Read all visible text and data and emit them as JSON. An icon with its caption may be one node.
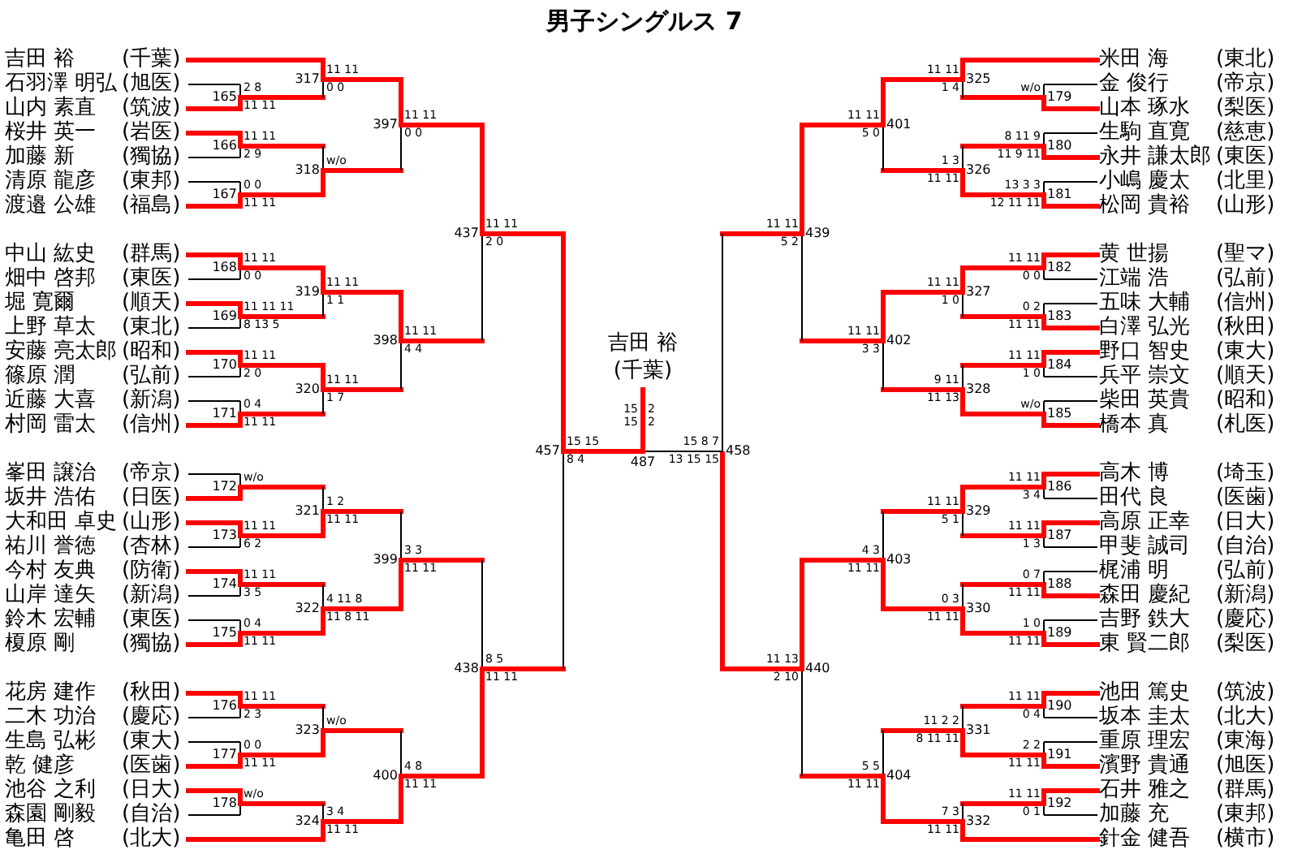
{
  "diagram": {
    "title": "男子シングルス 7",
    "nodes": [
      {
        "text": [
          "吉田 裕",
          "(千葉)"
        ]
      },
      {
        "text": [
          "石羽澤 明弘",
          "(旭医)"
        ]
      },
      {
        "text": [
          "山内 素直",
          "(筑波)"
        ]
      },
      {
        "text": [
          "桜井 英一",
          "(岩医)"
        ]
      },
      {
        "text": [
          "加藤 新",
          "(獨協)"
        ]
      },
      {
        "text": [
          "清原 龍彦",
          "(東邦)"
        ]
      },
      {
        "text": [
          "渡邉 公雄",
          "(福島)"
        ]
      },
      {
        "text": [
          "中山 紘史",
          "(群馬)"
        ]
      },
      {
        "text": [
          "畑中 啓邦",
          "(東医)"
        ]
      },
      {
        "text": [
          "堀 寛爾",
          "(順天)"
        ]
      },
      {
        "text": [
          "上野 草太",
          "(東北)"
        ]
      },
      {
        "text": [
          "安藤 亮太郎",
          "(昭和)"
        ]
      },
      {
        "text": [
          "篠原 潤",
          "(弘前)"
        ]
      },
      {
        "text": [
          "近藤 大喜",
          "(新潟)"
        ]
      },
      {
        "text": [
          "村岡 雷太",
          "(信州)"
        ]
      },
      {
        "text": [
          "峯田 譲治",
          "(帝京)"
        ]
      },
      {
        "text": [
          "坂井 浩佑",
          "(日医)"
        ]
      },
      {
        "text": [
          "大和田 卓史",
          "(山形)"
        ]
      },
      {
        "text": [
          "祐川 誉徳",
          "(杏林)"
        ]
      },
      {
        "text": [
          "今村 友典",
          "(防衛)"
        ]
      },
      {
        "text": [
          "山岸 達矢",
          "(新潟)"
        ]
      },
      {
        "text": [
          "鈴木 宏輔",
          "(東医)"
        ]
      },
      {
        "text": [
          "榎原 剛",
          "(獨協)"
        ]
      },
      {
        "text": [
          "花房 建作",
          "(秋田)"
        ]
      },
      {
        "text": [
          "二木 功治",
          "(慶応)"
        ]
      },
      {
        "text": [
          "生島 弘彬",
          "(東大)"
        ]
      },
      {
        "text": [
          "乾 健彦",
          "(医歯)"
        ]
      },
      {
        "text": [
          "池谷 之利",
          "(日大)"
        ]
      },
      {
        "text": [
          "森園 剛毅",
          "(自治)"
        ]
      },
      {
        "text": [
          "亀田 啓",
          "(北大)"
        ]
      },
      {
        "text": [
          "米田 海",
          "(東北)"
        ]
      },
      {
        "text": [
          "金 俊行",
          "(帝京)"
        ]
      },
      {
        "text": [
          "山本 琢水",
          "(梨医)"
        ]
      },
      {
        "text": [
          "生駒 直寛",
          "(慈恵)"
        ]
      },
      {
        "text": [
          "永井 謙太郎",
          "(東医)"
        ]
      },
      {
        "text": [
          "小嶋 慶太",
          "(北里)"
        ]
      },
      {
        "text": [
          "松岡 貴裕",
          "(山形)"
        ]
      },
      {
        "text": [
          "黄 世揚",
          "(聖マ)"
        ]
      },
      {
        "text": [
          "江端 浩",
          "(弘前)"
        ]
      },
      {
        "text": [
          "五味 大輔",
          "(信州)"
        ]
      },
      {
        "text": [
          "白澤 弘光",
          "(秋田)"
        ]
      },
      {
        "text": [
          "野口 智史",
          "(東大)"
        ]
      },
      {
        "text": [
          "兵平 崇文",
          "(順天)"
        ]
      },
      {
        "text": [
          "柴田 英貴",
          "(昭和)"
        ]
      },
      {
        "text": [
          "橋本 真",
          "(札医)"
        ]
      },
      {
        "text": [
          "高木 博",
          "(埼玉)"
        ]
      },
      {
        "text": [
          "田代 良",
          "(医歯)"
        ]
      },
      {
        "text": [
          "高原 正幸",
          "(日大)"
        ]
      },
      {
        "text": [
          "甲斐 誠司",
          "(自治)"
        ]
      },
      {
        "text": [
          "梶浦 明",
          "(弘前)"
        ]
      },
      {
        "text": [
          "森田 慶紀",
          "(新潟)"
        ]
      },
      {
        "text": [
          "吉野 鉄大",
          "(慶応)"
        ]
      },
      {
        "text": [
          "東 賢二郎",
          "(梨医)"
        ]
      },
      {
        "text": [
          "池田 篤史",
          "(筑波)"
        ]
      },
      {
        "text": [
          "坂本 圭太",
          "(北大)"
        ]
      },
      {
        "text": [
          "重原 理宏",
          "(東海)"
        ]
      },
      {
        "text": [
          "濱野 貴通",
          "(旭医)"
        ]
      },
      {
        "text": [
          "石井 雅之",
          "(群馬)"
        ]
      },
      {
        "text": [
          "加藤 充",
          "(東邦)"
        ]
      },
      {
        "text": [
          "針金 健吾",
          "(横市)"
        ]
      },
      {
        "text": [
          "165"
        ],
        "beside": [
          "2 8",
          "11 11"
        ]
      },
      {
        "text": [
          "166"
        ],
        "beside": [
          "11 11",
          "2 9"
        ]
      },
      {
        "text": [
          "167"
        ],
        "beside": [
          "0 0",
          "11 11"
        ]
      },
      {
        "text": [
          "168"
        ],
        "beside": [
          "11 11",
          "0 0"
        ]
      },
      {
        "text": [
          "169"
        ],
        "beside": [
          "11 11 11",
          "8 13 5"
        ]
      },
      {
        "text": [
          "170"
        ],
        "beside": [
          "11 11",
          "2 0"
        ]
      },
      {
        "text": [
          "171"
        ],
        "beside": [
          "0 4",
          "11 11"
        ]
      },
      {
        "text": [
          "172"
        ],
        "beside": [
          "w/o"
        ]
      },
      {
        "text": [
          "173"
        ],
        "beside": [
          "11 11",
          "6 2"
        ]
      },
      {
        "text": [
          "174"
        ],
        "beside": [
          "11 11",
          "3 5"
        ]
      },
      {
        "text": [
          "175"
        ],
        "beside": [
          "0 4",
          "11 11"
        ]
      },
      {
        "text": [
          "176"
        ],
        "beside": [
          "11 11",
          "2 3"
        ]
      },
      {
        "text": [
          "177"
        ],
        "beside": [
          "0 0",
          "11 11"
        ]
      },
      {
        "text": [
          "178"
        ],
        "beside": [
          "w/o"
        ]
      },
      {
        "text": [
          "179"
        ],
        "beside": [
          "w/o"
        ]
      },
      {
        "text": [
          "180"
        ],
        "beside": [
          "8 11 9",
          "11 9 11"
        ]
      },
      {
        "text": [
          "181"
        ],
        "beside": [
          "13 3 3",
          "12 11 11"
        ]
      },
      {
        "text": [
          "182"
        ],
        "beside": [
          "11 11",
          "0 0"
        ]
      },
      {
        "text": [
          "183"
        ],
        "beside": [
          "0 2",
          "11 11"
        ]
      },
      {
        "text": [
          "184"
        ],
        "beside": [
          "11 11",
          "1 0"
        ]
      },
      {
        "text": [
          "185"
        ],
        "beside": [
          "w/o"
        ]
      },
      {
        "text": [
          "186"
        ],
        "beside": [
          "11 11",
          "3 4"
        ]
      },
      {
        "text": [
          "187"
        ],
        "beside": [
          "11 11",
          "1 3"
        ]
      },
      {
        "text": [
          "188"
        ],
        "beside": [
          "0 7",
          "11 11"
        ]
      },
      {
        "text": [
          "189"
        ],
        "beside": [
          "1 0",
          "11 11"
        ]
      },
      {
        "text": [
          "190"
        ],
        "beside": [
          "11 11",
          "0 4"
        ]
      },
      {
        "text": [
          "191"
        ],
        "beside": [
          "2 2",
          "11 11"
        ]
      },
      {
        "text": [
          "192"
        ],
        "beside": [
          "11 11",
          "0 1"
        ]
      },
      {
        "text": [
          "317"
        ],
        "beside": [
          "11 11",
          "0 0"
        ]
      },
      {
        "text": [
          "318"
        ],
        "beside": [
          "w/o"
        ]
      },
      {
        "text": [
          "319"
        ],
        "beside": [
          "11 11",
          "1 1"
        ]
      },
      {
        "text": [
          "320"
        ],
        "beside": [
          "11 11",
          "1 7"
        ]
      },
      {
        "text": [
          "321"
        ],
        "beside": [
          "1 2",
          "11 11"
        ]
      },
      {
        "text": [
          "322"
        ],
        "beside": [
          "4 11 8",
          "11 8 11"
        ]
      },
      {
        "text": [
          "323"
        ],
        "beside": [
          "w/o"
        ]
      },
      {
        "text": [
          "324"
        ],
        "beside": [
          "3 4",
          "11 11"
        ]
      },
      {
        "text": [
          "325"
        ],
        "beside": [
          "11 11",
          "1 4"
        ]
      },
      {
        "text": [
          "326"
        ],
        "beside": [
          "1 3",
          "11 11"
        ]
      },
      {
        "text": [
          "327"
        ],
        "beside": [
          "11 11",
          "1 0"
        ]
      },
      {
        "text": [
          "328"
        ],
        "beside": [
          "9 11",
          "11 13"
        ]
      },
      {
        "text": [
          "329"
        ],
        "beside": [
          "11 11",
          "5 1"
        ]
      },
      {
        "text": [
          "330"
        ],
        "beside": [
          "0 3",
          "11 11"
        ]
      },
      {
        "text": [
          "331"
        ],
        "beside": [
          "11 2 2",
          "8 11 11"
        ]
      },
      {
        "text": [
          "332"
        ],
        "beside": [
          "7 3",
          "11 11"
        ]
      },
      {
        "text": [
          "397"
        ],
        "beside": [
          "11 11",
          "0 0"
        ]
      },
      {
        "text": [
          "398"
        ],
        "beside": [
          "11 11",
          "4 4"
        ]
      },
      {
        "text": [
          "399"
        ],
        "beside": [
          "3 3",
          "11 11"
        ]
      },
      {
        "text": [
          "400"
        ],
        "beside": [
          "4 8",
          "11 11"
        ]
      },
      {
        "text": [
          "401"
        ],
        "beside": [
          "11 11",
          "5 0"
        ]
      },
      {
        "text": [
          "402"
        ],
        "beside": [
          "11 11",
          "3 3"
        ]
      },
      {
        "text": [
          "403"
        ],
        "beside": [
          "4 3",
          "11 11"
        ]
      },
      {
        "text": [
          "404"
        ],
        "beside": [
          "5 5",
          "11 11"
        ]
      },
      {
        "text": [
          "437"
        ],
        "beside": [
          "11 11",
          "2 0"
        ]
      },
      {
        "text": [
          "438"
        ],
        "beside": [
          "8 5",
          "11 11"
        ]
      },
      {
        "text": [
          "439"
        ],
        "beside": [
          "11 11",
          "5 2"
        ]
      },
      {
        "text": [
          "440"
        ],
        "beside": [
          "11 13",
          "2 10"
        ]
      },
      {
        "text": [
          "457"
        ],
        "beside": [
          "15 15",
          "8 4"
        ]
      },
      {
        "text": [
          "458"
        ],
        "beside": [
          "15 8 7",
          "13 15 15"
        ]
      },
      {
        "text": [
          "487"
        ],
        "beside": [
          "15 15",
          "2 2"
        ]
      },
      {
        "text": [
          "吉田 裕",
          "(千葉)"
        ]
      }
    ],
    "edges": [
      {
        "from": 1,
        "to": 60,
        "arrow": "none",
        "color": "#000000"
      },
      {
        "from": 2,
        "to": 60,
        "arrow": "none"
      },
      {
        "from": 3,
        "to": 61,
        "arrow": "none"
      },
      {
        "from": 4,
        "to": 61,
        "arrow": "none",
        "color": "#000000"
      },
      {
        "from": 5,
        "to": 62,
        "arrow": "none",
        "color": "#000000"
      },
      {
        "from": 6,
        "to": 62,
        "arrow": "none"
      },
      {
        "from": 7,
        "to": 63,
        "arrow": "none"
      },
      {
        "from": 8,
        "to": 63,
        "arrow": "none",
        "color": "#000000"
      },
      {
        "from": 9,
        "to": 64,
        "arrow": "none"
      },
      {
        "from": 10,
        "to": 64,
        "arrow": "none",
        "color": "#000000"
      },
      {
        "from": 11,
        "to": 65,
        "arrow": "none"
      },
      {
        "from": 12,
        "to": 65,
        "arrow": "none",
        "color": "#000000"
      },
      {
        "from": 13,
        "to": 66,
        "arrow": "none",
        "color": "#000000"
      },
      {
        "from": 14,
        "to": 66,
        "arrow": "none"
      },
      {
        "from": 15,
        "to": 67,
        "arrow": "none",
        "color": "#000000"
      },
      {
        "from": 16,
        "to": 67,
        "arrow": "none"
      },
      {
        "from": 17,
        "to": 68,
        "arrow": "none"
      },
      {
        "from": 18,
        "to": 68,
        "arrow": "none",
        "color": "#000000"
      },
      {
        "from": 19,
        "to": 69,
        "arrow": "none"
      },
      {
        "from": 20,
        "to": 69,
        "arrow": "none",
        "color": "#000000"
      },
      {
        "from": 21,
        "to": 70,
        "arrow": "none",
        "color": "#000000"
      },
      {
        "from": 22,
        "to": 70,
        "arrow": "none"
      },
      {
        "from": 23,
        "to": 71,
        "arrow": "none"
      },
      {
        "from": 24,
        "to": 71,
        "arrow": "none",
        "color": "#000000"
      },
      {
        "from": 25,
        "to": 72,
        "arrow": "none",
        "color": "#000000"
      },
      {
        "from": 26,
        "to": 72,
        "arrow": "none"
      },
      {
        "from": 27,
        "to": 73,
        "arrow": "none"
      },
      {
        "from": 28,
        "to": 73,
        "arrow": "none",
        "color": "#000000"
      },
      {
        "from": 31,
        "to": 74,
        "arrow": "none",
        "color": "#000000"
      },
      {
        "from": 32,
        "to": 74,
        "arrow": "none"
      },
      {
        "from": 33,
        "to": 75,
        "arrow": "none",
        "color": "#000000"
      },
      {
        "from": 34,
        "to": 75,
        "arrow": "none"
      },
      {
        "from": 35,
        "to": 76,
        "arrow": "none",
        "color": "#000000"
      },
      {
        "from": 36,
        "to": 76,
        "arrow": "none"
      },
      {
        "from": 37,
        "to": 77,
        "arrow": "none"
      },
      {
        "from": 38,
        "to": 77,
        "arrow": "none",
        "color": "#000000"
      },
      {
        "from": 39,
        "to": 78,
        "arrow": "none",
        "color": "#000000"
      },
      {
        "from": 40,
        "to": 78,
        "arrow": "none"
      },
      {
        "from": 41,
        "to": 79,
        "arrow": "none"
      },
      {
        "from": 42,
        "to": 79,
        "arrow": "none",
        "color": "#000000"
      },
      {
        "from": 43,
        "to": 80,
        "arrow": "none",
        "color": "#000000"
      },
      {
        "from": 44,
        "to": 80,
        "arrow": "none"
      },
      {
        "from": 45,
        "to": 81,
        "arrow": "none"
      },
      {
        "from": 46,
        "to": 81,
        "arrow": "none",
        "color": "#000000"
      },
      {
        "from": 47,
        "to": 82,
        "arrow": "none"
      },
      {
        "from": 48,
        "to": 82,
        "arrow": "none",
        "color": "#000000"
      },
      {
        "from": 49,
        "to": 83,
        "arrow": "none",
        "color": "#000000"
      },
      {
        "from": 50,
        "to": 83,
        "arrow": "none"
      },
      {
        "from": 51,
        "to": 84,
        "arrow": "none",
        "color": "#000000"
      },
      {
        "from": 52,
        "to": 84,
        "arrow": "none"
      },
      {
        "from": 53,
        "to": 85,
        "arrow": "none"
      },
      {
        "from": 54,
        "to": 85,
        "arrow": "none",
        "color": "#000000"
      },
      {
        "from": 55,
        "to": 86,
        "arrow": "none",
        "color": "#000000"
      },
      {
        "from": 56,
        "to": 86,
        "arrow": "none"
      },
      {
        "from": 57,
        "to": 87,
        "arrow": "none"
      },
      {
        "from": 58,
        "to": 87,
        "arrow": "none",
        "color": "#000000"
      },
      {
        "from": 0,
        "to": 88,
        "arrow": "none"
      },
      {
        "from": 60,
        "to": 88,
        "arrow": "none"
      },
      {
        "from": 61,
        "to": 89,
        "arrow": "none"
      },
      {
        "from": 62,
        "to": 89,
        "arrow": "none"
      },
      {
        "from": 63,
        "to": 90,
        "arrow": "none"
      },
      {
        "from": 64,
        "to": 90,
        "arrow": "none"
      },
      {
        "from": 65,
        "to": 91,
        "arrow": "none"
      },
      {
        "from": 66,
        "to": 91,
        "arrow": "none"
      },
      {
        "from": 67,
        "to": 92,
        "arrow": "none"
      },
      {
        "from": 68,
        "to": 92,
        "arrow": "none"
      },
      {
        "from": 69,
        "to": 93,
        "arrow": "none"
      },
      {
        "from": 70,
        "to": 93,
        "arrow": "none"
      },
      {
        "from": 71,
        "to": 94,
        "arrow": "none"
      },
      {
        "from": 72,
        "to": 94,
        "arrow": "none"
      },
      {
        "from": 73,
        "to": 95,
        "arrow": "none"
      },
      {
        "from": 29,
        "to": 95,
        "arrow": "none"
      },
      {
        "from": 30,
        "to": 96,
        "arrow": "none"
      },
      {
        "from": 74,
        "to": 96,
        "arrow": "none"
      },
      {
        "from": 75,
        "to": 97,
        "arrow": "none"
      },
      {
        "from": 76,
        "to": 97,
        "arrow": "none"
      },
      {
        "from": 77,
        "to": 98,
        "arrow": "none"
      },
      {
        "from": 78,
        "to": 98,
        "arrow": "none"
      },
      {
        "from": 79,
        "to": 99,
        "arrow": "none"
      },
      {
        "from": 80,
        "to": 99,
        "arrow": "none"
      },
      {
        "from": 81,
        "to": 100,
        "arrow": "none"
      },
      {
        "from": 82,
        "to": 100,
        "arrow": "none"
      },
      {
        "from": 83,
        "to": 101,
        "arrow": "none"
      },
      {
        "from": 84,
        "to": 101,
        "arrow": "none"
      },
      {
        "from": 85,
        "to": 102,
        "arrow": "none"
      },
      {
        "from": 86,
        "to": 102,
        "arrow": "none"
      },
      {
        "from": 87,
        "to": 103,
        "arrow": "none"
      },
      {
        "from": 59,
        "to": 103,
        "arrow": "none"
      },
      {
        "from": 88,
        "to": 104,
        "arrow": "none"
      },
      {
        "from": 89,
        "to": 104,
        "arrow": "none"
      },
      {
        "from": 90,
        "to": 105,
        "arrow": "none"
      },
      {
        "from": 91,
        "to": 105,
        "arrow": "none"
      },
      {
        "from": 92,
        "to": 106,
        "arrow": "none"
      },
      {
        "from": 93,
        "to": 106,
        "arrow": "none"
      },
      {
        "from": 94,
        "to": 107,
        "arrow": "none"
      },
      {
        "from": 95,
        "to": 107,
        "arrow": "none"
      },
      {
        "from": 96,
        "to": 108,
        "arrow": "none"
      },
      {
        "from": 97,
        "to": 108,
        "arrow": "none"
      },
      {
        "from": 98,
        "to": 109,
        "arrow": "none"
      },
      {
        "from": 99,
        "to": 109,
        "arrow": "none"
      },
      {
        "from": 100,
        "to": 110,
        "arrow": "none"
      },
      {
        "from": 101,
        "to": 110,
        "arrow": "none"
      },
      {
        "from": 102,
        "to": 111,
        "arrow": "none"
      },
      {
        "from": 103,
        "to": 111,
        "arrow": "none"
      },
      {
        "from": 104,
        "to": 112,
        "arrow": "none"
      },
      {
        "from": 105,
        "to": 112,
        "arrow": "none",
        "color": "#000000"
      },
      {
        "from": 106,
        "to": 113,
        "arrow": "none",
        "color": "#000000"
      },
      {
        "from": 107,
        "to": 113,
        "arrow": "none"
      },
      {
        "from": 108,
        "to": 114,
        "arrow": "none"
      },
      {
        "from": 109,
        "to": 114,
        "arrow": "none",
        "color": "#000000"
      },
      {
        "from": 110,
        "to": 115,
        "arrow": "none"
      },
      {
        "from": 111,
        "to": 115,
        "arrow": "none",
        "color": "#000000"
      },
      {
        "from": 112,
        "to": 116,
        "arrow": "none"
      },
      {
        "from": 113,
        "to": 116,
        "arrow": "none",
        "color": "#000000"
      },
      {
        "from": 114,
        "to": 117,
        "arrow": "none",
        "color": "#000000"
      },
      {
        "from": 115,
        "to": 117,
        "arrow": "none"
      },
      {
        "from": 116,
        "to": 118,
        "arrow": "none"
      },
      {
        "from": 117,
        "to": 118,
        "arrow": "none",
        "color": "#000000"
      },
      {
        "from": 118,
        "to": 119,
        "arrow": "none"
      }
    ]
  }
}
